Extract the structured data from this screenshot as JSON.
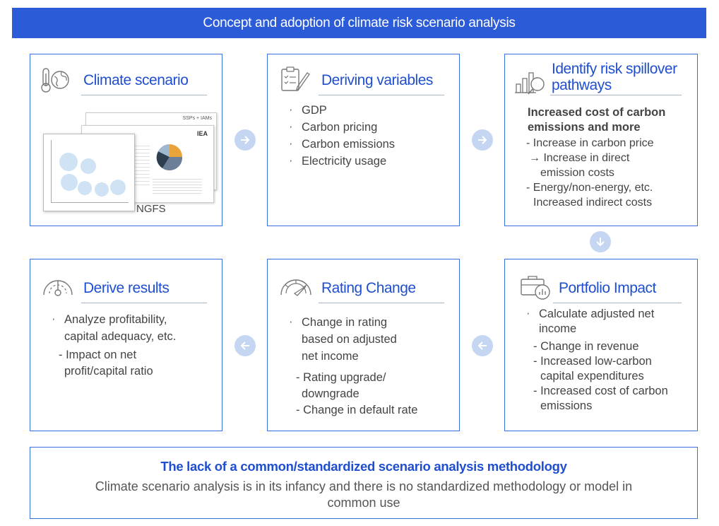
{
  "banner": {
    "title": "Concept and adoption of climate risk scenario analysis"
  },
  "boxes": {
    "climate": {
      "title": "Climate scenario",
      "image_caption": "NGFS",
      "thumb_back_label": "SSPs + IAMs",
      "thumb_mid_label": "IEA",
      "icon": "thermometer-globe-icon"
    },
    "variables": {
      "title": "Deriving variables",
      "items": [
        "GDP",
        "Carbon pricing",
        "Carbon emissions",
        "Electricity usage"
      ],
      "icon": "clipboard-pencil-icon"
    },
    "spillover": {
      "title_line1": "Identify risk spillover",
      "title_line2": "pathways",
      "heading_line1": "Increased cost of carbon",
      "heading_line2": "emissions and more",
      "lines": [
        "- Increase in carbon price",
        "→ Increase in direct",
        "emission costs",
        "- Energy/non-energy, etc.",
        "Increased indirect costs"
      ],
      "icon": "chart-magnifier-icon"
    },
    "portfolio": {
      "title": "Portfolio Impact",
      "bullet_line1": "Calculate adjusted net",
      "bullet_line2": "income",
      "subs": [
        "- Change in revenue",
        "- Increased low-carbon",
        "capital expenditures",
        "- Increased cost of carbon",
        "emissions"
      ],
      "icon": "briefcase-chart-icon"
    },
    "rating": {
      "title": "Rating Change",
      "bullet_lines": [
        "Change in rating",
        "based on adjusted",
        "net income"
      ],
      "subs": [
        "- Rating upgrade/",
        "downgrade",
        "- Change in default rate"
      ],
      "icon": "gauge-icon"
    },
    "results": {
      "title": "Derive results",
      "bullet_lines": [
        "Analyze profitability,",
        "capital adequacy, etc."
      ],
      "subs": [
        "- Impact on net",
        "profit/capital ratio"
      ],
      "icon": "meter-icon"
    }
  },
  "footer": {
    "title": "The lack of a common/standardized scenario analysis methodology",
    "description": "Climate scenario analysis is in its infancy and there is no standardized methodology or model in common use"
  },
  "colors": {
    "accent": "#2c5bd8",
    "title_blue": "#1f4fcf",
    "arrow_fill": "#c5d6f2"
  }
}
